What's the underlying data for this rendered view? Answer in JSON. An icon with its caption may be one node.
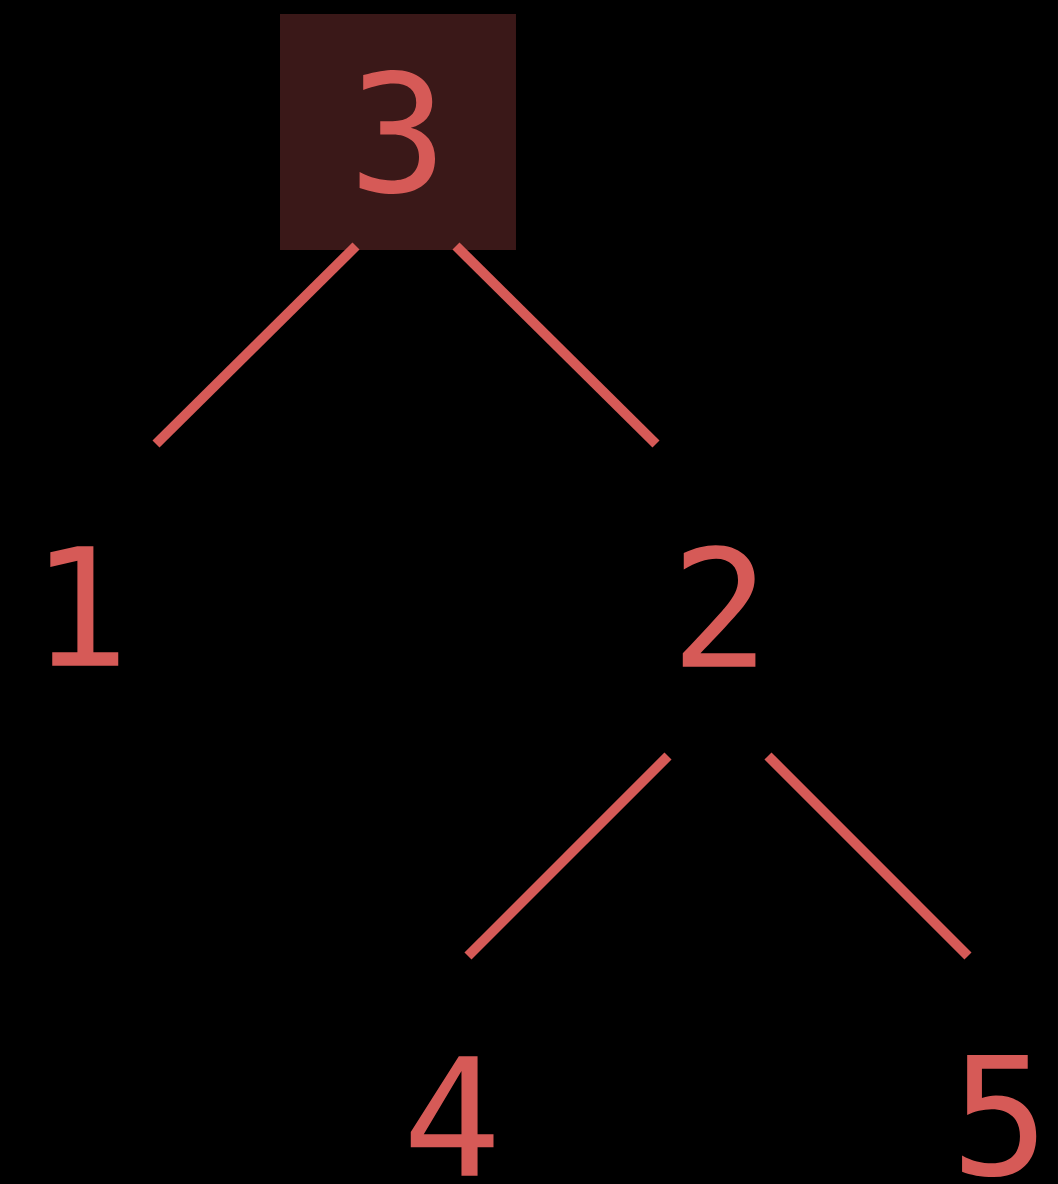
{
  "diagram": {
    "nodes": [
      {
        "text": [
          "3"
        ]
      },
      {
        "text": [
          "1"
        ]
      },
      {
        "text": [
          "2"
        ]
      },
      {
        "text": [
          "4"
        ]
      },
      {
        "text": [
          "5"
        ]
      }
    ],
    "edges": [
      {
        "from": 0,
        "to": 1,
        "arrow": "none"
      },
      {
        "from": 0,
        "to": 2,
        "arrow": "none"
      },
      {
        "from": 2,
        "to": 3,
        "arrow": "none"
      },
      {
        "from": 2,
        "to": 4,
        "arrow": "none"
      }
    ]
  }
}
